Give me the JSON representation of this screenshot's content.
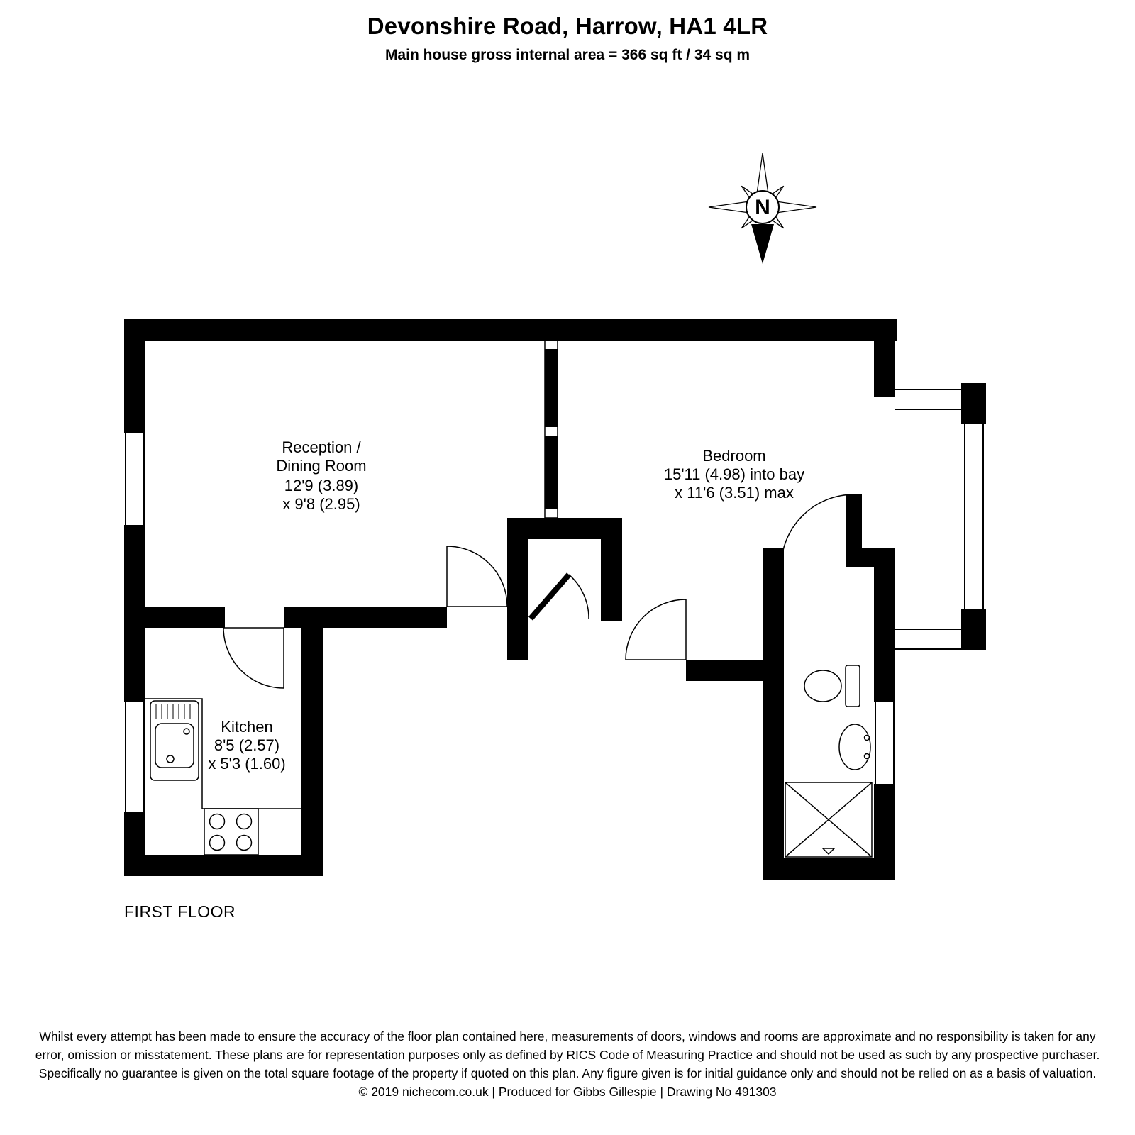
{
  "header": {
    "title": "Devonshire Road, Harrow, HA1 4LR",
    "subtitle": "Main house gross internal area = 366 sq ft / 34 sq m"
  },
  "compass": {
    "north_label": "N"
  },
  "plan": {
    "floor_label": "FIRST FLOOR",
    "rooms": {
      "reception": {
        "lines": [
          "Reception /",
          "Dining Room",
          "12'9 (3.89)",
          "x 9'8 (2.95)"
        ]
      },
      "bedroom": {
        "lines": [
          "Bedroom",
          "15'11 (4.98) into bay",
          "x 11'6 (3.51) max"
        ]
      },
      "kitchen": {
        "lines": [
          "Kitchen",
          "8'5 (2.57)",
          "x 5'3 (1.60)"
        ]
      }
    }
  },
  "icons": {
    "compass": "north-compass-rose",
    "kitchen_sink": "sink-with-drainer",
    "stove": "four-burner-hob",
    "toilet": "toilet",
    "wash_basin": "wash-basin",
    "shower": "shower-tray"
  },
  "colors": {
    "wall": "#000000",
    "background": "#ffffff",
    "text": "#000000"
  },
  "footer": {
    "disclaimer_line1": "Whilst every attempt has been made to ensure the accuracy of the floor plan contained here, measurements of doors, windows and rooms are approximate and no responsibility is taken for any",
    "disclaimer_line2": "error, omission or misstatement. These plans are for representation purposes only as defined by RICS Code of Measuring Practice and should not be used as such by any prospective purchaser.",
    "disclaimer_line3": "Specifically no guarantee is given on the total square footage of the property if quoted on this plan. Any figure given is for initial guidance only and should not be relied on as a basis of valuation.",
    "credits": "© 2019 nichecom.co.uk  |  Produced for Gibbs Gillespie  |  Drawing No 491303"
  }
}
